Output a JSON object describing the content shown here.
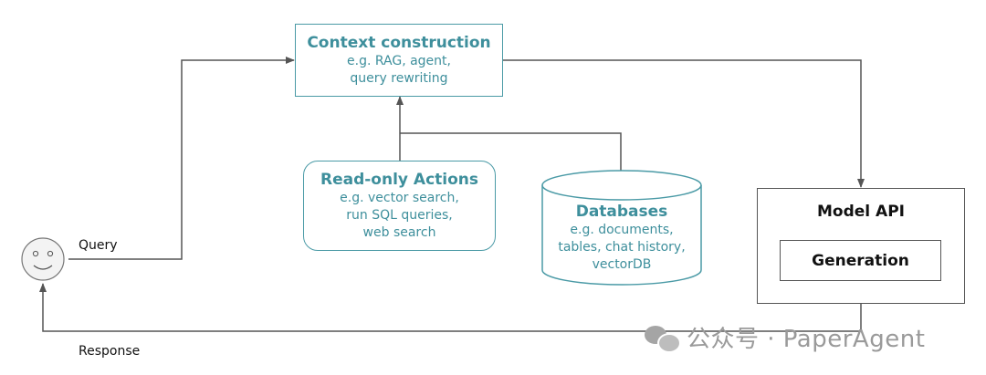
{
  "context": {
    "title": "Context construction",
    "line1": "e.g. RAG, agent,",
    "line2": "query rewriting"
  },
  "readonly": {
    "title": "Read-only Actions",
    "line1": "e.g. vector search,",
    "line2": "run SQL queries,",
    "line3": "web search"
  },
  "databases": {
    "title": "Databases",
    "line1": "e.g. documents,",
    "line2": "tables, chat history,",
    "line3": "vectorDB"
  },
  "model": {
    "title": "Model API",
    "generation": "Generation"
  },
  "labels": {
    "query": "Query",
    "response": "Response"
  },
  "watermark": {
    "text": "公众号 · PaperAgent",
    "icon": "wechat-icon"
  },
  "colors": {
    "teal": "#4a9aa6",
    "line": "#555555"
  }
}
